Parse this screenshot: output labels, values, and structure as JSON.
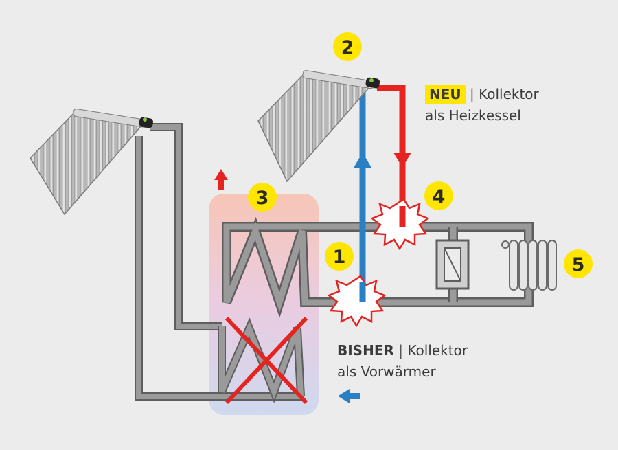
{
  "markers": [
    {
      "id": "1",
      "text": "1"
    },
    {
      "id": "2",
      "text": "2"
    },
    {
      "id": "3",
      "text": "3"
    },
    {
      "id": "4",
      "text": "4"
    },
    {
      "id": "5",
      "text": "5"
    }
  ],
  "label_new": {
    "tag": "NEU",
    "separator": "|",
    "line1": "Kollektor",
    "line2": "als Heizkessel"
  },
  "label_old": {
    "tag": "BISHER",
    "separator": "|",
    "line1": "Kollektor",
    "line2": "als Vorwärmer"
  },
  "colors": {
    "background": "#ececec",
    "pipe_grey": "#8d8d8d",
    "pipe_outline": "#5e5e5e",
    "supply_red": "#e52421",
    "return_blue": "#2b7fc3",
    "marker_yellow": "#ffe600",
    "cross_red": "#e52421"
  },
  "icons": {
    "collector_left": "vacuum-tube-collector-icon",
    "collector_right": "vacuum-tube-collector-icon",
    "boiler": "heat-exchanger-box-icon",
    "radiator": "radiator-icon",
    "burst_4": "heat-burst-icon",
    "burst_1": "heat-burst-icon",
    "arrow_up": "arrow-up-icon",
    "arrow_left": "arrow-left-icon"
  }
}
